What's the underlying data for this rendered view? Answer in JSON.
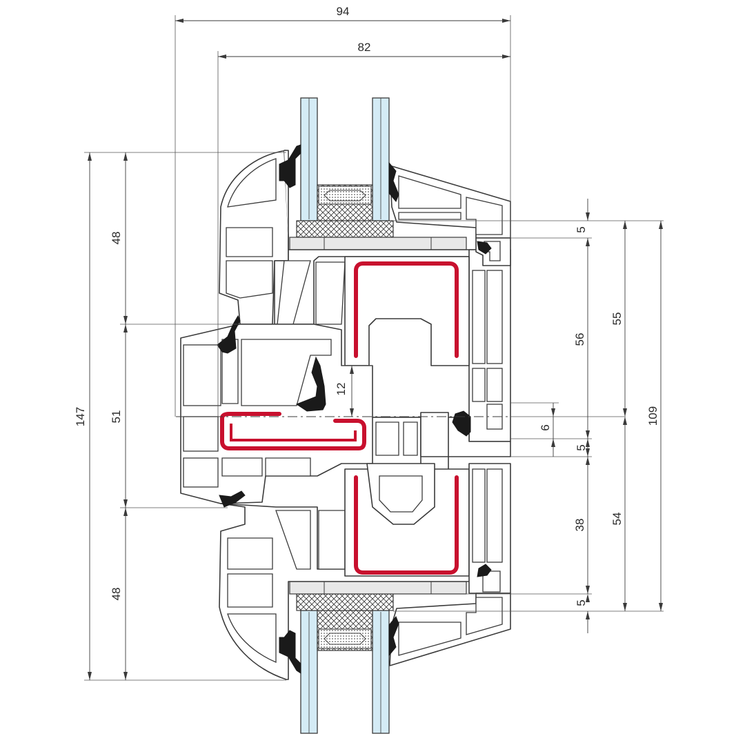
{
  "dimensions": {
    "top_width_overall": "94",
    "top_width_frame": "82",
    "left_total": "147",
    "left_upper": "48",
    "left_middle": "51",
    "left_lower": "48",
    "center_rebate": "12",
    "right_upper_gap": "5",
    "right_sash_upper": "56",
    "right_offset": "6",
    "right_mid_gap": "5",
    "right_sash_lower": "38",
    "right_lower_gap": "5",
    "right_upper_total": "55",
    "right_lower_total": "54",
    "right_overall": "109"
  },
  "colors": {
    "steel_reinforcement": "#c8102e",
    "glass": "#d4ebf5",
    "outline": "#3a3a3a",
    "seal": "#1a1a1a"
  }
}
